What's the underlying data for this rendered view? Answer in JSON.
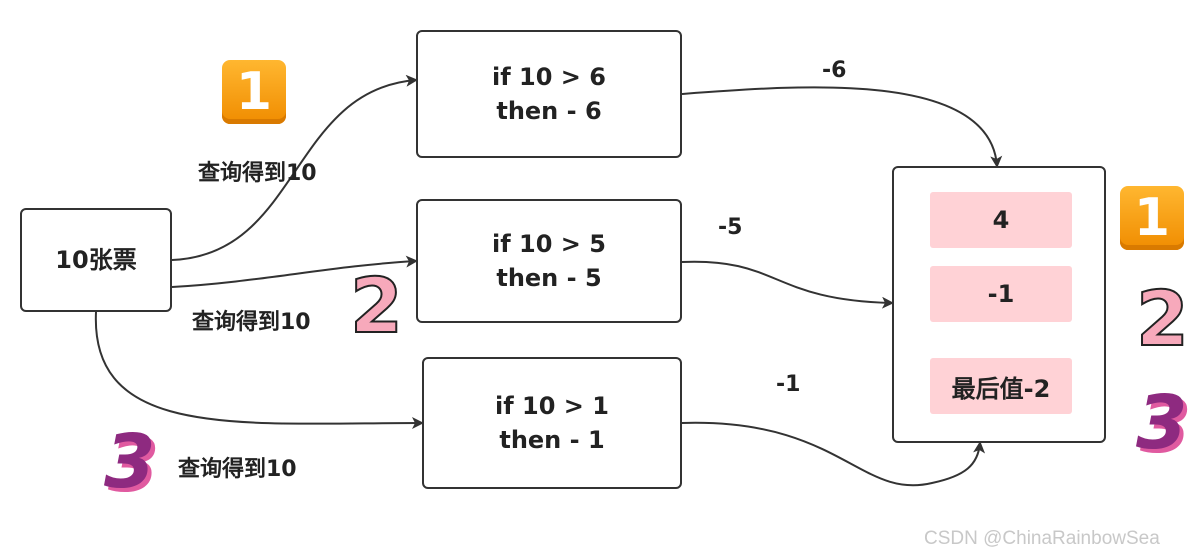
{
  "source": {
    "label": "10张票"
  },
  "conditions": [
    {
      "line1": "if 10 > 6",
      "line2": "then - 6"
    },
    {
      "line1": "if 10 > 5",
      "line2": "then - 5"
    },
    {
      "line1": "if 10 > 1",
      "line2": "then - 1"
    }
  ],
  "query_labels": [
    "查询得到10",
    "查询得到10",
    "查询得到10"
  ],
  "deltas": [
    "-6",
    "-5",
    "-1"
  ],
  "results": [
    "4",
    "-1",
    "最后值-2"
  ],
  "step_badges": {
    "one": "1",
    "two": "2",
    "three": "3"
  },
  "watermark": "CSDN @ChinaRainbowSea",
  "colors": {
    "stroke": "#333333",
    "result_fill": "#ffd2d6",
    "badge_orange": "#f59a0a",
    "badge_pink": "#f7a9bb",
    "badge_purple": "#8e2a80"
  }
}
